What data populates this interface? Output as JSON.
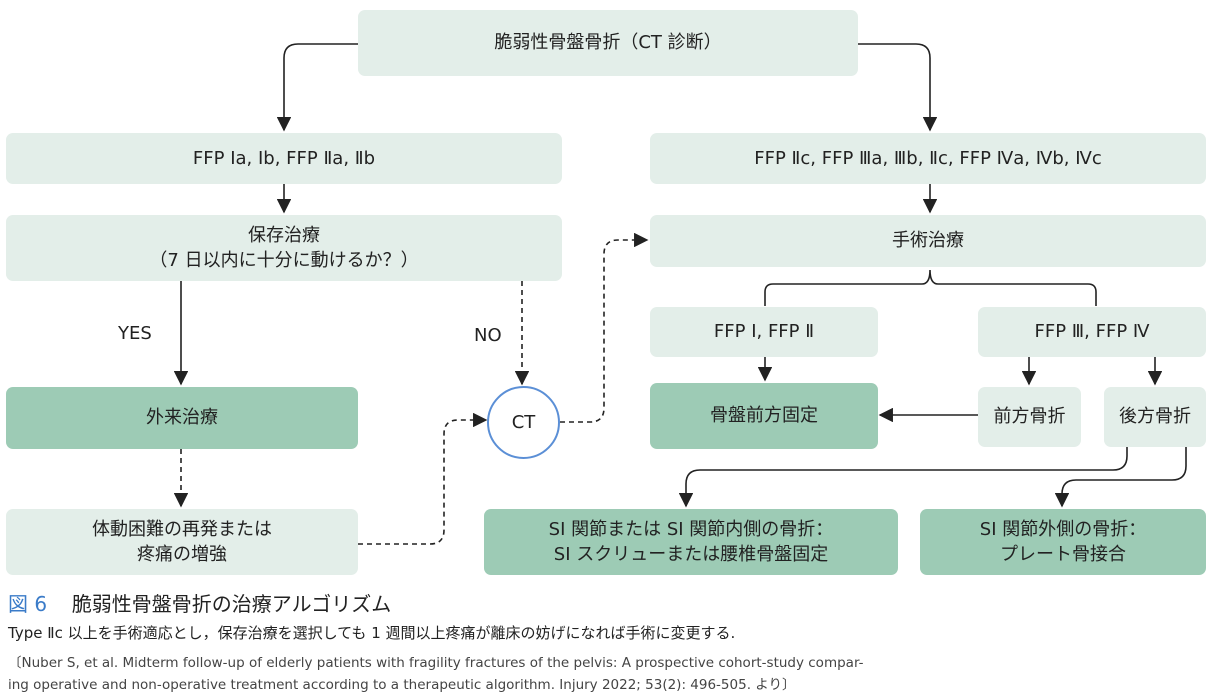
{
  "nodes": {
    "root": "脆弱性骨盤骨折（CT 診断）",
    "left_types": "FFP Ⅰa, Ⅰb, FFP Ⅱa, Ⅱb",
    "conservative_line1": "保存治療",
    "conservative_line2": "（7 日以内に十分に動けるか？）",
    "outpatient": "外来治療",
    "difficulty_line1": "体動困難の再発または",
    "difficulty_line2": "疼痛の増強",
    "ct": "CT",
    "right_types": "FFP Ⅱc, FFP Ⅲa, Ⅲb, Ⅱc, FFP Ⅳa, Ⅳb, Ⅳc",
    "surgery": "手術治療",
    "ffp12": "FFP Ⅰ, FFP Ⅱ",
    "ffp34": "FFP Ⅲ, FFP Ⅳ",
    "anterior_fixation": "骨盤前方固定",
    "anterior_fracture": "前方骨折",
    "posterior_fracture": "後方骨折",
    "si_line1": "SI 関節または SI 関節内側の骨折：",
    "si_line2": "SI スクリューまたは腰椎骨盤固定",
    "si_lat_line1": "SI 関節外側の骨折：",
    "si_lat_line2": "プレート骨接合"
  },
  "labels": {
    "yes": "YES",
    "no": "NO"
  },
  "caption": {
    "figure_number": "図 6",
    "title": "脆弱性骨盤骨折の治療アルゴリズム",
    "description": "Type Ⅱc 以上を手術適応とし，保存治療を選択しても 1 週間以上疼痛が離床の妨げになれば手術に変更する.",
    "reference_line1": "〔Nuber S, et al. Midterm follow-up of elderly patients with fragility fractures of the pelvis: A prospective cohort-study compar-",
    "reference_line2": "ing operative and non-operative treatment according to a therapeutic algorithm. Injury 2022; 53(2): 496-505. より〕"
  },
  "colors": {
    "light_box": "#e3eee9",
    "dark_box": "#9dcbb5",
    "circle_border": "#5b8fd6",
    "figure_number": "#3a7bc8"
  }
}
